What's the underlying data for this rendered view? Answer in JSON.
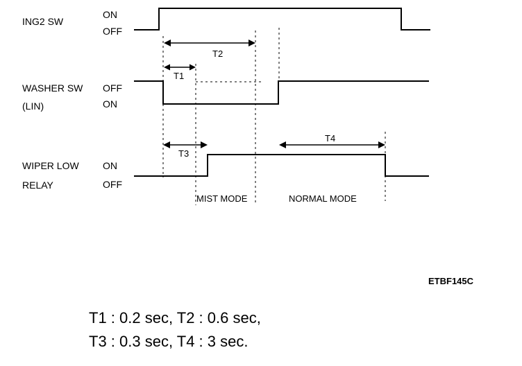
{
  "signals": [
    {
      "name": "ING2 SW",
      "sublabel": "",
      "state_high": "ON",
      "state_low": "OFF"
    },
    {
      "name": "WASHER SW",
      "sublabel": "(LIN)",
      "state_high": "OFF",
      "state_low": "ON"
    },
    {
      "name": "WIPER LOW",
      "sublabel": "RELAY",
      "state_high": "ON",
      "state_low": "OFF"
    }
  ],
  "intervals": [
    "T1",
    "T2",
    "T3",
    "T4"
  ],
  "modes": [
    "MIST MODE",
    "NORMAL MODE"
  ],
  "figure_id": "ETBF145C",
  "timing": {
    "line1": "T1 : 0.2 sec, T2 : 0.6 sec,",
    "line2": "T3 : 0.3 sec, T4 : 3 sec."
  }
}
